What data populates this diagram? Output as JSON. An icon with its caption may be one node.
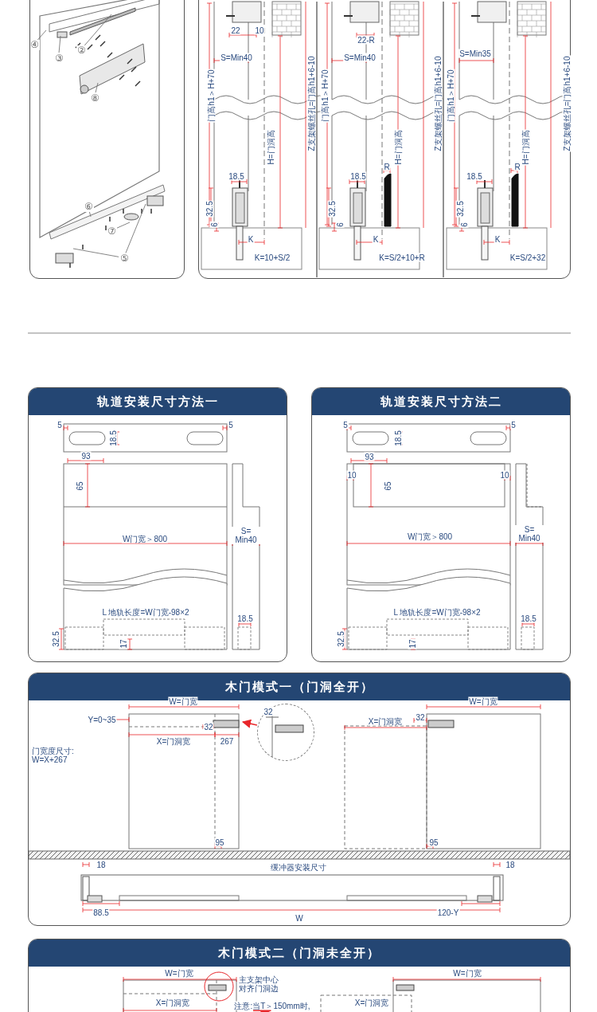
{
  "diagram": {
    "nodes": [
      {
        "text": [],
        "shape": "box"
      },
      {
        "text": [
          "④"
        ],
        "in": 0
      },
      {
        "text": [
          "③"
        ],
        "in": 0
      },
      {
        "text": [
          "②"
        ],
        "in": 0
      },
      {
        "text": [
          "⑧"
        ],
        "in": 0
      },
      {
        "text": [
          "⑥"
        ],
        "in": 0
      },
      {
        "text": [
          "⑦"
        ],
        "in": 0
      },
      {
        "text": [
          "⑤"
        ],
        "in": 0
      },
      {
        "text": [],
        "shape": "box"
      },
      {
        "text": [
          "轨道安装尺寸方法一"
        ]
      },
      {
        "text": [
          "轨道安装尺寸方法二"
        ]
      },
      {
        "text": [
          "木门模式一（门洞全开）"
        ]
      },
      {
        "text": [],
        "shape": "circle",
        "in": 11
      },
      {
        "text": [
          "木门模式二（门洞未全开）"
        ]
      }
    ],
    "edges": [
      {
        "from": 1,
        "to": null,
        "arrow": "none"
      },
      {
        "from": 2,
        "to": null,
        "arrow": "none"
      },
      {
        "from": 3,
        "to": null,
        "arrow": "none"
      },
      {
        "from": 4,
        "to": null,
        "arrow": "none"
      },
      {
        "from": 5,
        "to": null,
        "arrow": "none"
      },
      {
        "from": 6,
        "to": null,
        "arrow": "none"
      },
      {
        "from": 7,
        "to": null,
        "arrow": "none"
      },
      {
        "from": 7,
        "to": null,
        "arrow": "none"
      },
      {
        "from": 12,
        "to": null,
        "arrow": "to",
        "color": "#e8262a"
      }
    ],
    "labels": [
      "22",
      "10",
      "S=Min40",
      "门高h1＞H+70",
      "Z支架螺丝孔=门高h1+6-10",
      "H=门洞高",
      "18.5",
      "32.5",
      "6",
      "K",
      "K=10+S/2",
      "22-R",
      "S=Min40",
      "门高h1＞H+70",
      "Z支架螺丝孔=门高h1+6-10",
      "H=门洞高",
      "R",
      "18.5",
      "32.5",
      "6",
      "K",
      "K=S/2+10+R",
      "S=Min35",
      "门高h1＞H+70",
      "Z支架螺丝孔=门高h1+6-10",
      "H=门洞高",
      "R",
      "18.5",
      "32.5",
      "6",
      "K",
      "K=S/2+32",
      "5",
      "5",
      "18.5",
      "93",
      "65",
      "W门宽＞800",
      "S= Min40",
      "L 地轨长度=W门宽-98×2",
      "18.5",
      "32.5",
      "17",
      "5",
      "5",
      "18.5",
      "93",
      "10",
      "10",
      "65",
      "W门宽＞800",
      "S= Min40",
      "L 地轨长度=W门宽-98×2",
      "18.5",
      "32.5",
      "17",
      "W=门宽",
      "32",
      "W=门宽",
      "Y=0~35",
      "32",
      "32",
      "X=门洞宽",
      "X=门洞宽",
      "267",
      "门宽度尺寸: W=X+267",
      "95",
      "95",
      "18",
      "缓冲器安装尺寸",
      "18",
      "88.5",
      "120-Y",
      "W",
      "W=门宽",
      "主支架中心对齐门洞边",
      "W=门宽",
      "X=门洞宽",
      "注意:当T＞150mm时,",
      "X=门洞宽"
    ]
  }
}
